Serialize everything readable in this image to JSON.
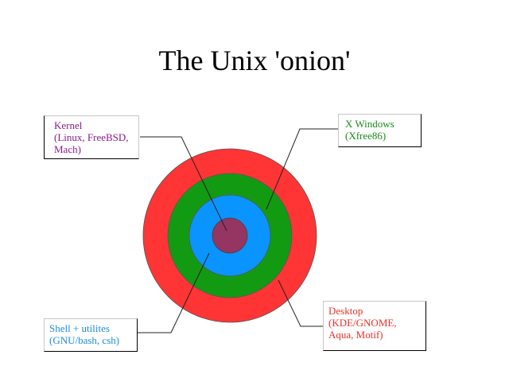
{
  "title": "The Unix 'onion'",
  "colors": {
    "desktop_ring": "#ff3535",
    "xwindows_ring": "#139a13",
    "shell_ring": "#0a94ff",
    "kernel_core": "#953561",
    "kernel_text": "#8b1a8b",
    "xwindows_text": "#1a8a1a",
    "shell_text": "#1a8fd6",
    "desktop_text": "#e8312a"
  },
  "labels": {
    "kernel": "Kernel\n(Linux, FreeBSD,\nMach)",
    "xwindows": "X Windows\n(Xfree86)",
    "shell": "Shell + utilites\n(GNU/bash, csh)",
    "desktop": "Desktop\n(KDE/GNOME,\nAqua, Motif)"
  }
}
